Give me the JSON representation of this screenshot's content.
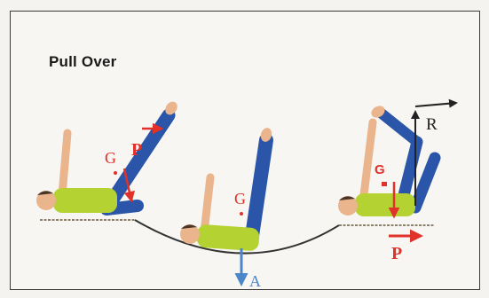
{
  "title": "Pull Over",
  "labels": {
    "g1": "G",
    "p1": "P",
    "g2": "G",
    "a": "A",
    "g3": "G",
    "r": "R",
    "p3": "P"
  },
  "colors": {
    "force_arrow": "#e0312a",
    "support_arrow": "#4a86c8",
    "reaction_arrow": "#222222",
    "shirt": "#b5d233",
    "pants": "#2a55a8",
    "skin": "#eab48c"
  },
  "icons": {
    "figure1": "person-lying-one-leg-raised",
    "figure2": "person-in-sagging-support-legs-raised",
    "figure3": "person-legs-raised-toward-head"
  }
}
